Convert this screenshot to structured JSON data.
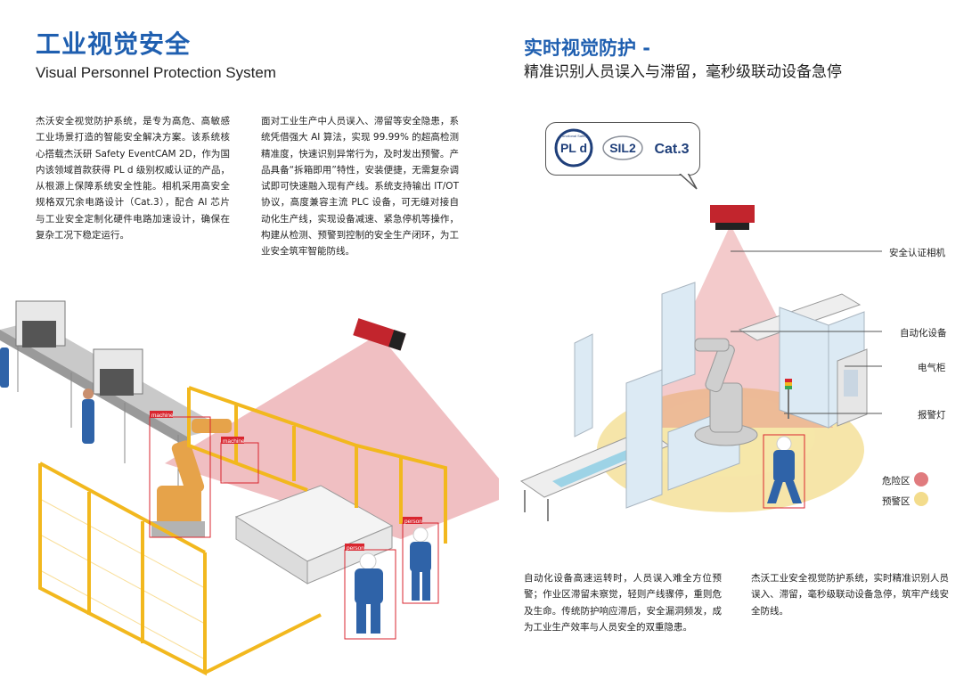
{
  "left": {
    "title_cn": "工业视觉安全",
    "title_en": "Visual Personnel Protection System",
    "para1": "杰沃安全视觉防护系统，是专为高危、高敏感工业场景打造的智能安全解决方案。该系统核心搭载杰沃研 Safety EventCAM 2D，作为国内该领域首款获得 PL d 级别权威认证的产品，从根源上保障系统安全性能。相机采用高安全规格双冗余电路设计（Cat.3），配合 AI 芯片与工业安全定制化硬件电路加速设计，确保在复杂工况下稳定运行。",
    "para2": "面对工业生产中人员误入、滞留等安全隐患，系统凭借强大 AI 算法，实现 99.99% 的超高检测精准度，快速识别异常行为，及时发出预警。产品具备“拆箱即用”特性，安装便捷，无需复杂调试即可快速融入现有产线。系统支持输出 IT/OT 协议，高度兼容主流 PLC 设备，可无缝对接自动化生产线，实现设备减速、紧急停机等操作，构建从检测、预警到控制的安全生产闭环，为工业安全筑牢智能防线。",
    "detections": [
      "machine",
      "machine",
      "person",
      "person"
    ]
  },
  "right": {
    "title": "实时视觉防护 -",
    "subtitle": "精准识别人员误入与滞留，毫秒级联动设备急停",
    "badges": [
      "PL d",
      "SIL2",
      "Cat.3"
    ],
    "badge_small": "Functional Safety",
    "callouts": [
      "安全认证相机",
      "自动化设备",
      "电气柜",
      "报警灯"
    ],
    "legend": [
      {
        "label": "危险区",
        "color": "#e07b7e"
      },
      {
        "label": "预警区",
        "color": "#f3dc8c"
      }
    ],
    "para3": "自动化设备高速运转时，人员误入难全方位预警；作业区滞留未察觉，轻则产线骤停，重则危及生命。传统防护响应滞后，安全漏洞频发，成为工业生产效率与人员安全的双重隐患。",
    "para4": "杰沃工业安全视觉防护系统，实时精准识别人员误入、滞留，毫秒级联动设备急停，筑牢产线安全防线。"
  },
  "colors": {
    "accent": "#1f5fb0",
    "danger": "#e07b7e",
    "warning": "#f3dc8c",
    "fence": "#f2b81e"
  }
}
